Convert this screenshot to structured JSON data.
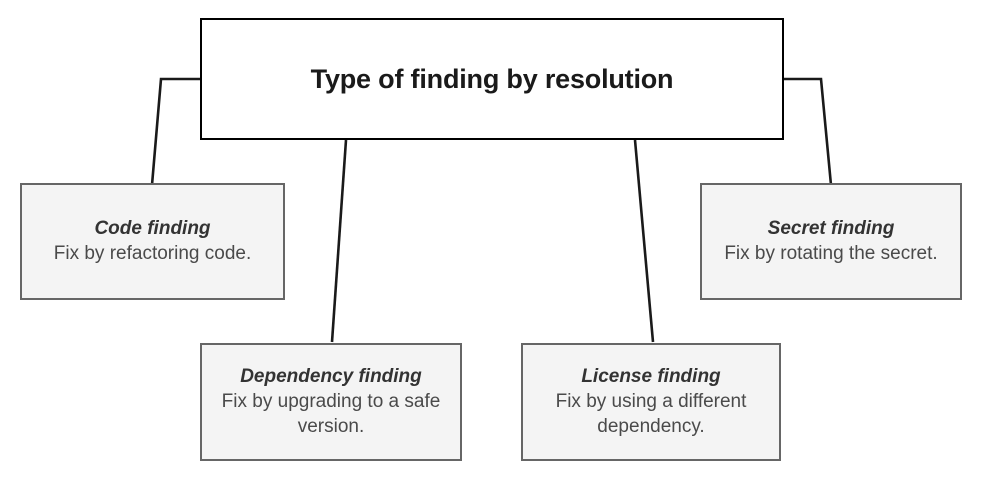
{
  "diagram": {
    "type": "tree",
    "root": {
      "id": "root",
      "title": "Type of finding by resolution"
    },
    "children": [
      {
        "id": "code",
        "title": "Code finding",
        "description": "Fix by refactoring code."
      },
      {
        "id": "dependency",
        "title": "Dependency finding",
        "description": "Fix by upgrading to a safe version."
      },
      {
        "id": "license",
        "title": "License finding",
        "description": "Fix by using a different dependency."
      },
      {
        "id": "secret",
        "title": "Secret finding",
        "description": "Fix by rotating the secret."
      }
    ],
    "colors": {
      "canvas_background": "#ffffff",
      "root_fill": "#ffffff",
      "root_border": "#000000",
      "leaf_fill": "#f4f4f4",
      "leaf_border": "#666666",
      "connector": "#1a1a1a",
      "title_text": "#1a1a1a",
      "leaf_title_text": "#333333",
      "leaf_body_text": "#4a4a4a"
    }
  }
}
